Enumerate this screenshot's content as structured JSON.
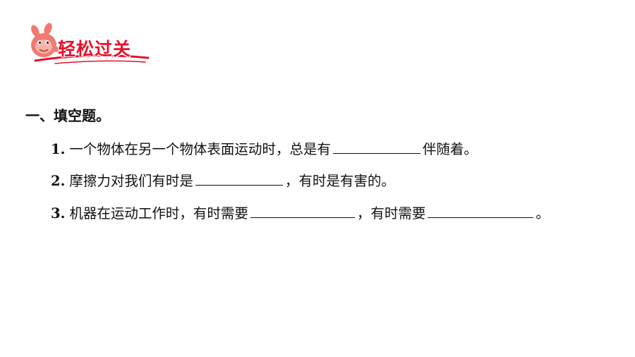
{
  "badge": {
    "title": "轻松过关"
  },
  "section": {
    "heading": "一、填空题。"
  },
  "questions": [
    {
      "number": "1.",
      "before": "一个物体在另一个物体表面运动时，总是有",
      "after": "伴随着。"
    },
    {
      "number": "2.",
      "before": "摩擦力对我们有时是",
      "after": "，有时是有害的。"
    },
    {
      "number": "3.",
      "before": "机器在运动工作时，有时需要",
      "middle": "，有时需要",
      "after": "。"
    }
  ],
  "colors": {
    "badge_red": "#e8102a",
    "mascot_pink": "#f07a72"
  }
}
